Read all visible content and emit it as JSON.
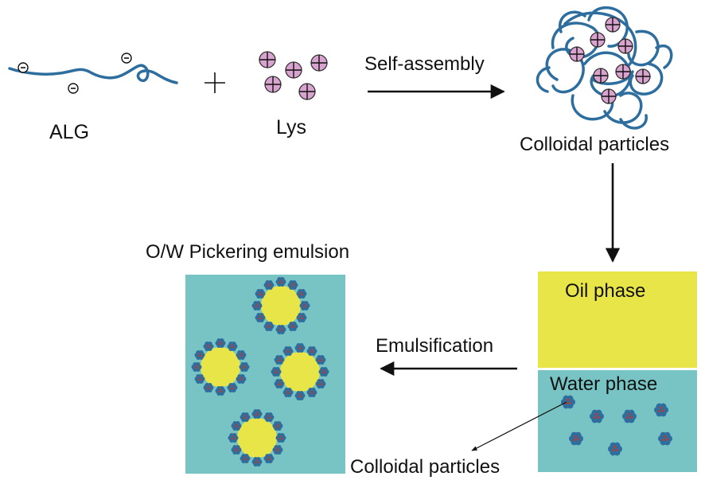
{
  "labels": {
    "alg": "ALG",
    "lys": "Lys",
    "self_assembly": "Self-assembly",
    "colloidal_top": "Colloidal particles",
    "pickering_title": "O/W Pickering emulsion",
    "emulsification": "Emulsification",
    "oil_phase": "Oil phase",
    "water_phase": "Water phase",
    "colloidal_bottom": "Colloidal particles"
  },
  "colors": {
    "polymer_chain": "#2E6E9E",
    "lys_particle": "#D9A3CF",
    "oil": "#E8E548",
    "water": "#78C3C3",
    "particle_core": "#C0392B",
    "arrow": "#111111"
  },
  "icons": {
    "negative_charge": "minus-circle-icon",
    "positive_charge": "plus-circle-icon",
    "plus_operator": "plus-sign-icon"
  }
}
